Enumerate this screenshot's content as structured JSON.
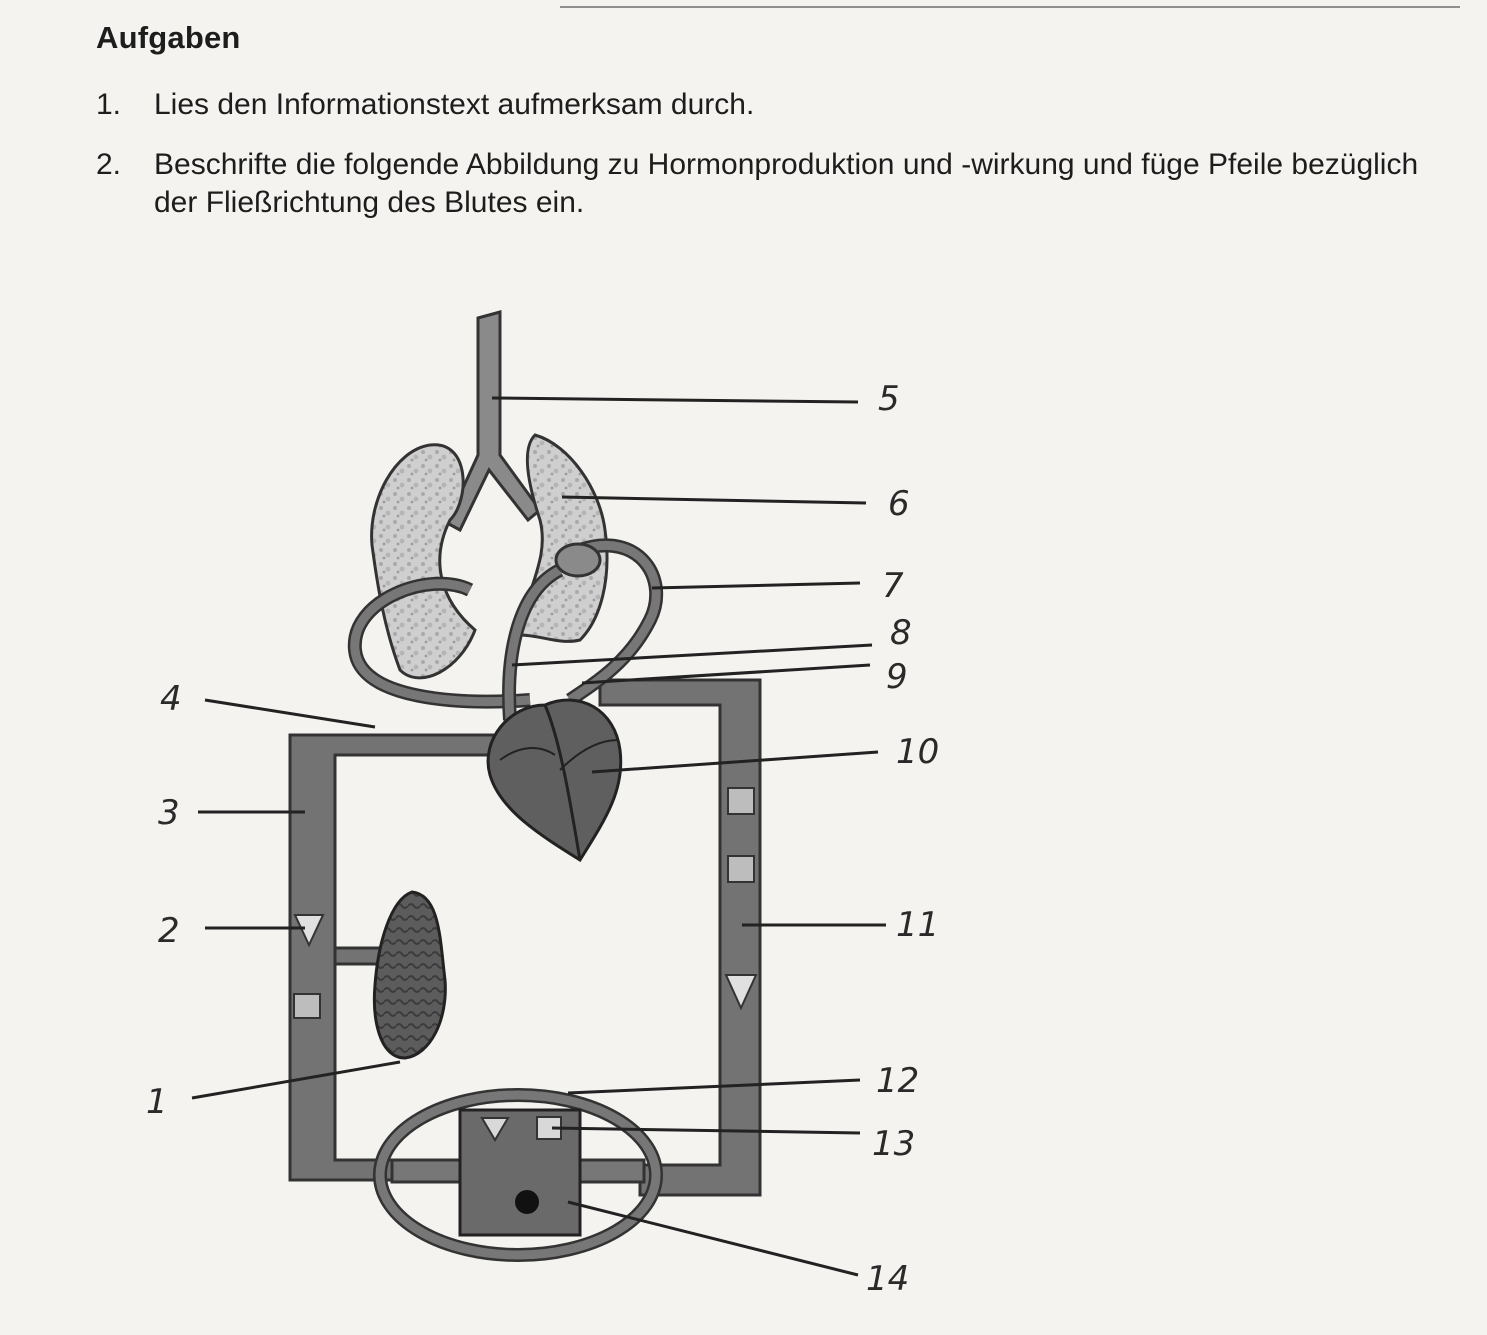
{
  "heading": "Aufgaben",
  "tasks": [
    {
      "number": "1.",
      "text": "Lies den Informationstext aufmerksam durch."
    },
    {
      "number": "2.",
      "text": "Beschrifte die folgende Abbildung zu Hormonproduktion und -wirkung und füge Pfeile bezüglich der Fließrichtung des Blutes ein."
    }
  ],
  "diagram": {
    "labels": [
      "1",
      "2",
      "3",
      "4",
      "5",
      "6",
      "7",
      "8",
      "9",
      "10",
      "11",
      "12",
      "13",
      "14"
    ]
  },
  "colors": {
    "vessel": "#6e6e6e",
    "outline": "#333333",
    "lung": "#c9c9c9",
    "heart": "#5f5f5f",
    "paper": "#f4f3ef"
  }
}
